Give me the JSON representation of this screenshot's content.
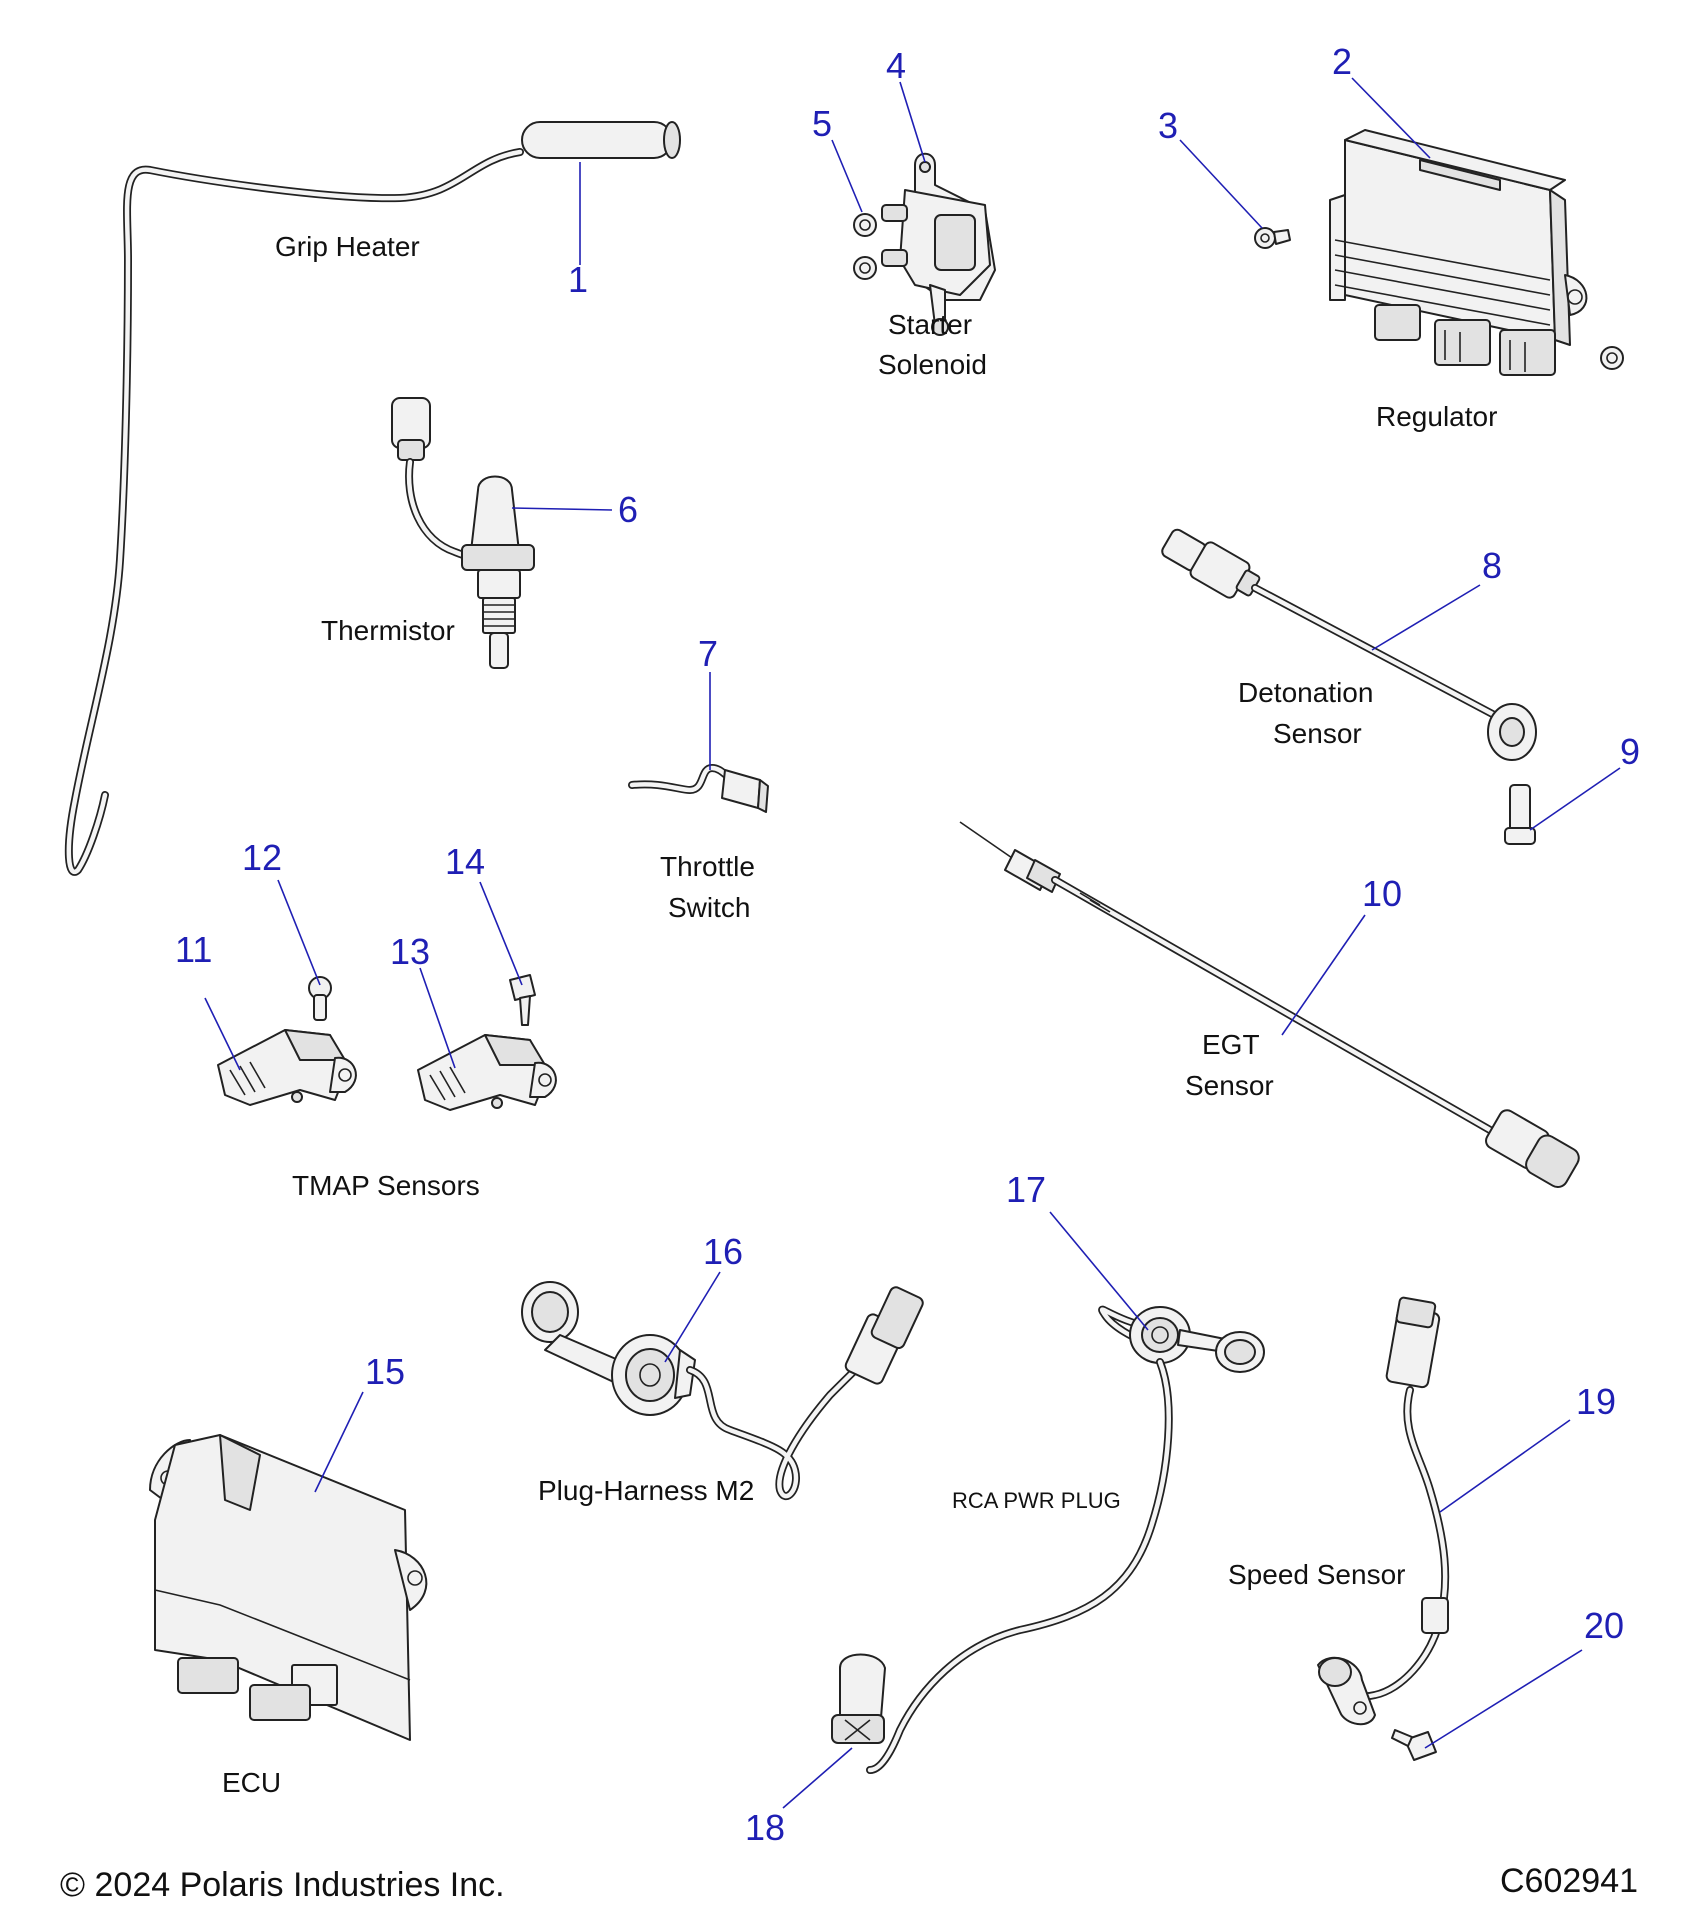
{
  "callouts": [
    {
      "id": "1",
      "text": "1"
    },
    {
      "id": "2",
      "text": "2"
    },
    {
      "id": "3",
      "text": "3"
    },
    {
      "id": "4",
      "text": "4"
    },
    {
      "id": "5",
      "text": "5"
    },
    {
      "id": "6",
      "text": "6"
    },
    {
      "id": "7",
      "text": "7"
    },
    {
      "id": "8",
      "text": "8"
    },
    {
      "id": "9",
      "text": "9"
    },
    {
      "id": "10",
      "text": "10"
    },
    {
      "id": "11",
      "text": "11"
    },
    {
      "id": "12",
      "text": "12"
    },
    {
      "id": "13",
      "text": "13"
    },
    {
      "id": "14",
      "text": "14"
    },
    {
      "id": "15",
      "text": "15"
    },
    {
      "id": "16",
      "text": "16"
    },
    {
      "id": "17",
      "text": "17"
    },
    {
      "id": "18",
      "text": "18"
    },
    {
      "id": "19",
      "text": "19"
    },
    {
      "id": "20",
      "text": "20"
    }
  ],
  "labels": {
    "grip_heater": "Grip Heater",
    "starter_line1": "Starter",
    "starter_line2": "Solenoid",
    "regulator": "Regulator",
    "thermistor": "Thermistor",
    "detonation_line1": "Detonation",
    "detonation_line2": "Sensor",
    "throttle_line1": "Throttle",
    "throttle_line2": "Switch",
    "egt_line1": "EGT",
    "egt_line2": "Sensor",
    "tmap": "TMAP Sensors",
    "plug_harness": "Plug-Harness M2",
    "rca_pwr_plug": "RCA PWR PLUG",
    "speed_sensor": "Speed Sensor",
    "ecu": "ECU"
  },
  "footer": {
    "copyright": "© 2024 Polaris Industries Inc.",
    "diagram_code": "C602941"
  },
  "colors": {
    "callout": "#1f1fb4",
    "text": "#111111",
    "outline": "#222222",
    "part_fill": "#f2f2f2"
  }
}
